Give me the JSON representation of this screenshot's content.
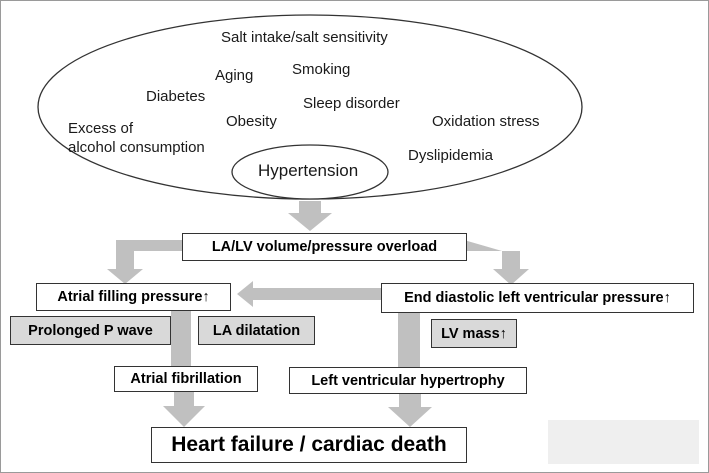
{
  "risk_factors": {
    "salt": "Salt intake/salt sensitivity",
    "aging": "Aging",
    "smoking": "Smoking",
    "diabetes": "Diabetes",
    "sleep_disorder": "Sleep disorder",
    "excess_alcohol_line1": "Excess of",
    "excess_alcohol_line2": "alcohol consumption",
    "obesity": "Obesity",
    "oxidation_stress": "Oxidation stress",
    "dyslipidemia": "Dyslipidemia",
    "hypertension": "Hypertension"
  },
  "nodes": {
    "overload": "LA/LV volume/pressure overload",
    "atrial_filling": "Atrial filling pressure↑",
    "end_diastolic": "End diastolic left ventricular pressure↑",
    "prolonged_p": "Prolonged P wave",
    "la_dilatation": "LA dilatation",
    "lv_mass": "LV mass↑",
    "atrial_fib": "Atrial fibrillation",
    "lvh": "Left ventricular hypertrophy",
    "heart_failure": "Heart failure / cardiac death"
  },
  "colors": {
    "arrow": "#c0c0c0",
    "gray_box": "#d9d9d9",
    "border": "#333333"
  }
}
